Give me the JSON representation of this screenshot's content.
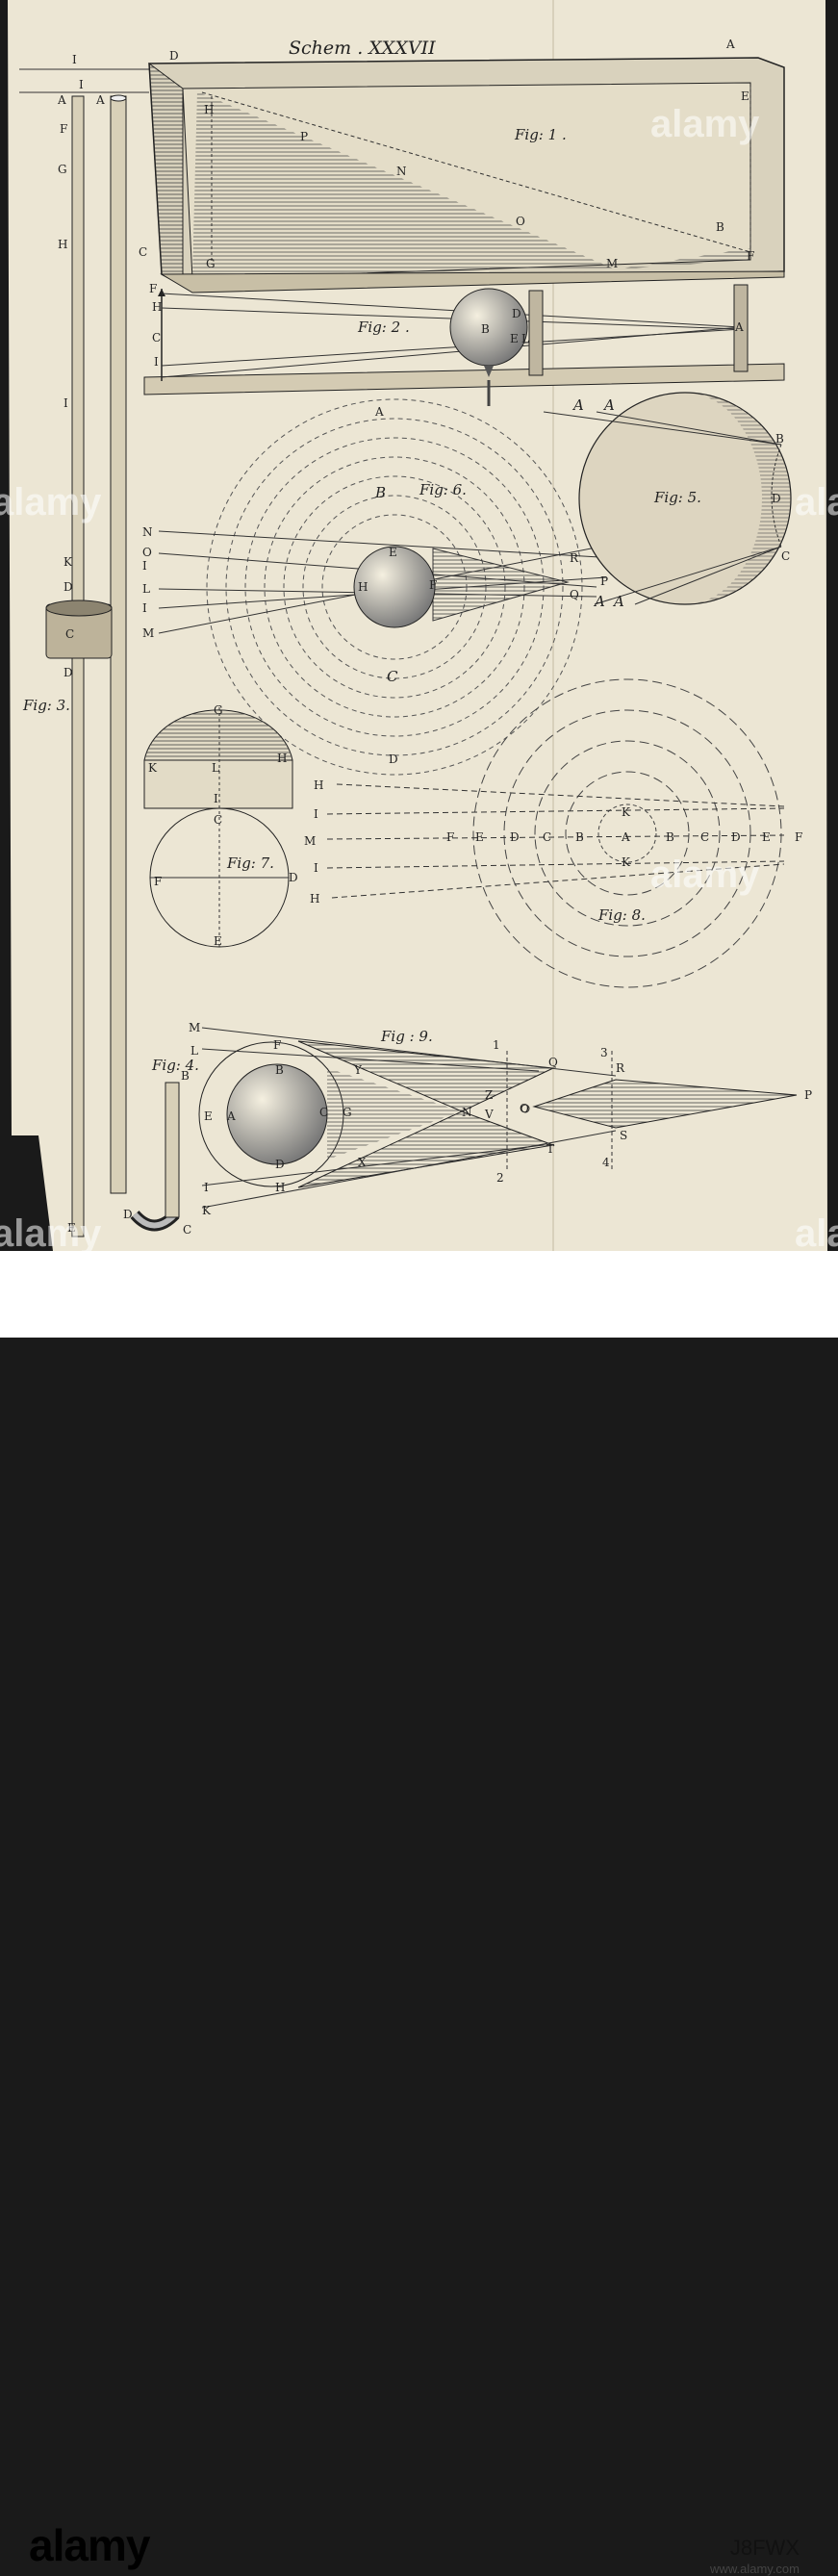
{
  "plate": {
    "title": "Schem . XXXVII",
    "fig_labels": {
      "fig1": "Fig: 1 .",
      "fig2": "Fig: 2 .",
      "fig3": "Fig: 3.",
      "fig4": "Fig: 4.",
      "fig5": "Fig: 5.",
      "fig6": "Fig: 6.",
      "fig7": "Fig: 7.",
      "fig8": "Fig: 8.",
      "fig9": "Fig : 9."
    },
    "letters": {
      "fig1": [
        "D",
        "A",
        "H",
        "E",
        "P",
        "N",
        "O",
        "B",
        "C",
        "G",
        "M",
        "F"
      ],
      "fig2": [
        "F",
        "H",
        "C",
        "I",
        "D",
        "B",
        "E",
        "L",
        "A"
      ],
      "fig3_left": [
        "I",
        "I",
        "A",
        "F",
        "G",
        "H",
        "I",
        "K",
        "D",
        "C",
        "D",
        "E"
      ],
      "fig3_right": [
        "A",
        "B",
        "D",
        "C"
      ],
      "fig5": [
        "A",
        "A",
        "B",
        "D",
        "C",
        "P",
        "A",
        "A"
      ],
      "fig6": [
        "A",
        "B",
        "N",
        "O",
        "I",
        "L",
        "I",
        "M",
        "E",
        "H",
        "F",
        "R",
        "Q",
        "C",
        "D"
      ],
      "fig7": [
        "G",
        "K",
        "L",
        "H",
        "I",
        "C",
        "F",
        "D",
        "E"
      ],
      "fig8": [
        "H",
        "I",
        "M",
        "I",
        "H",
        "F",
        "E",
        "D",
        "C",
        "B",
        "A",
        "B",
        "C",
        "D",
        "E",
        "F",
        "K",
        "K"
      ],
      "fig9": [
        "M",
        "L",
        "F",
        "B",
        "Y",
        "E",
        "A",
        "C",
        "G",
        "N",
        "V",
        "Z",
        "O",
        "Q",
        "R",
        "P",
        "T",
        "S",
        "I",
        "H",
        "X",
        "D",
        "K",
        "1",
        "2",
        "3",
        "4"
      ]
    }
  },
  "watermark": {
    "text": "alamy",
    "snippet": "a"
  },
  "banner": {
    "brand": "alamy",
    "image_id": "J8FWX",
    "site": "www.alamy.com"
  },
  "colors": {
    "paper": "#ece6d4",
    "ink": "#222222",
    "background": "#1a1a1a",
    "banner": "#ffffff"
  }
}
